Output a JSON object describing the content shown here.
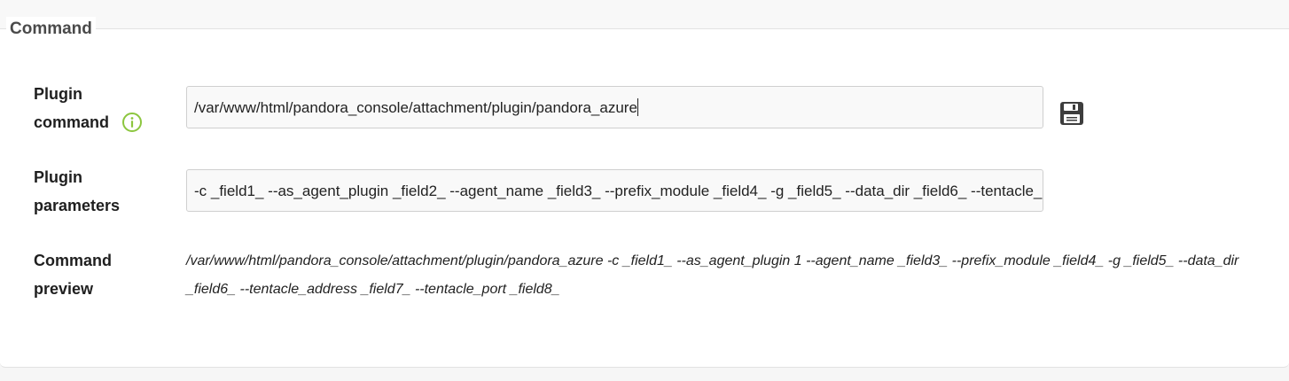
{
  "section": {
    "title": "Command"
  },
  "plugin_command": {
    "label_line1": "Plugin",
    "label_line2": "command",
    "value": "/var/www/html/pandora_console/attachment/plugin/pandora_azure"
  },
  "plugin_parameters": {
    "label_line1": "Plugin",
    "label_line2": "parameters",
    "value": "-c _field1_ --as_agent_plugin _field2_ --agent_name _field3_ --prefix_module _field4_ -g _field5_ --data_dir _field6_ --tentacle_"
  },
  "command_preview": {
    "label_line1": "Command",
    "label_line2": "preview",
    "line1": "/var/www/html/pandora_console/attachment/plugin/pandora_azure -c _field1_ --as_agent_plugin 1 --agent_name _field3_ --prefix_module _field4_ -g _field5_ --data_dir",
    "line2": "_field6_ --tentacle_address _field7_ --tentacle_port _field8_"
  },
  "icons": {
    "info": "info-circle-icon",
    "save": "floppy-disk-icon"
  },
  "colors": {
    "info_icon": "#8cc63f",
    "save_icon": "#3d3d3d"
  }
}
